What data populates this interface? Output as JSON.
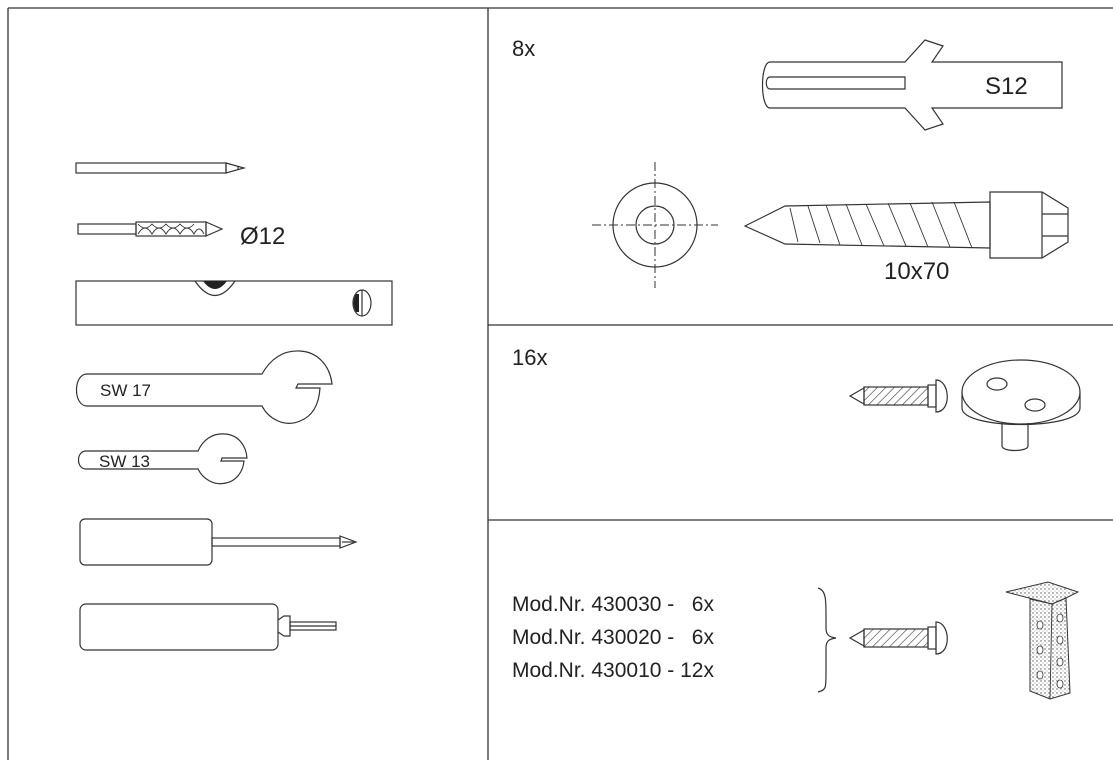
{
  "tools": {
    "drill_diameter": "Ø12",
    "wrench_large": "SW 17",
    "wrench_small": "SW 13"
  },
  "kit_anchor": {
    "quantity": "8x",
    "dowel_label": "S12",
    "screw_label": "10x70"
  },
  "kit_foot": {
    "quantity": "16x"
  },
  "kit_bracket": {
    "models": [
      {
        "line": "Mod.Nr. 430030 -   6x"
      },
      {
        "line": "Mod.Nr. 430020 -   6x"
      },
      {
        "line": "Mod.Nr. 430010 - 12x"
      }
    ]
  }
}
